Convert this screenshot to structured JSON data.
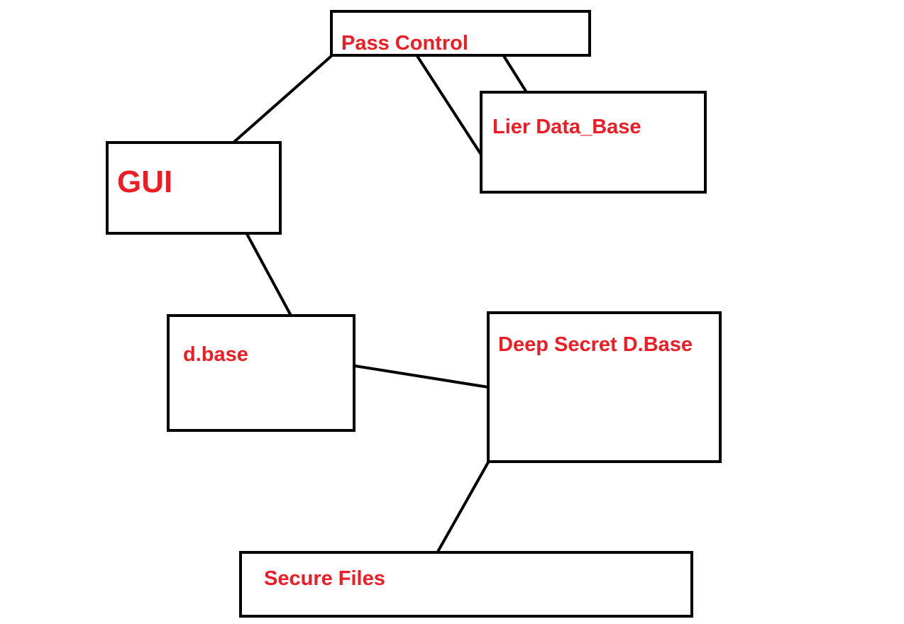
{
  "colors": {
    "label": "#ee1c24",
    "box_stroke": "#000000",
    "connector": "#000000",
    "background": "#ffffff"
  },
  "nodes": {
    "pass_control": "Pass Control",
    "lier_database": "Lier Data_Base",
    "gui": "GUI",
    "dbase": "d.base",
    "deep_secret": "Deep Secret D.Base",
    "secure_files": "Secure Files"
  },
  "edges": [
    {
      "from": "pass_control",
      "to": "gui"
    },
    {
      "from": "pass_control",
      "to": "lier_database"
    },
    {
      "from": "pass_control",
      "to": "lier_database"
    },
    {
      "from": "gui",
      "to": "dbase"
    },
    {
      "from": "dbase",
      "to": "deep_secret"
    },
    {
      "from": "deep_secret",
      "to": "secure_files"
    }
  ]
}
